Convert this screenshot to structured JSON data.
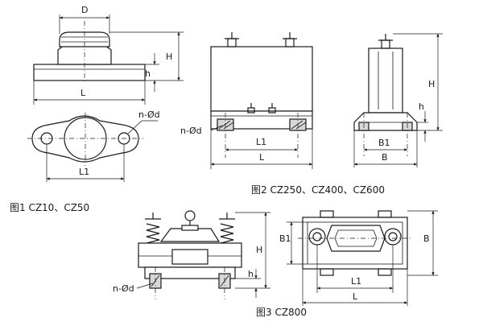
{
  "figure1": {
    "caption": "图1 CZ10、CZ50",
    "dims": {
      "D": "D",
      "H": "H",
      "h": "h",
      "L": "L",
      "L1": "L1",
      "hole": "n-Ød"
    }
  },
  "figure2": {
    "caption": "图2 CZ250、CZ400、CZ600",
    "dims": {
      "hole": "n-Ød",
      "L1": "L1",
      "L": "L",
      "H": "H",
      "h": "h",
      "B1": "B1",
      "B": "B"
    }
  },
  "figure3": {
    "caption": "图3 CZ800",
    "dims": {
      "H": "H",
      "h": "h",
      "hole": "n-Ød",
      "B1": "B1",
      "B": "B",
      "L1": "L1",
      "L": "L"
    }
  }
}
